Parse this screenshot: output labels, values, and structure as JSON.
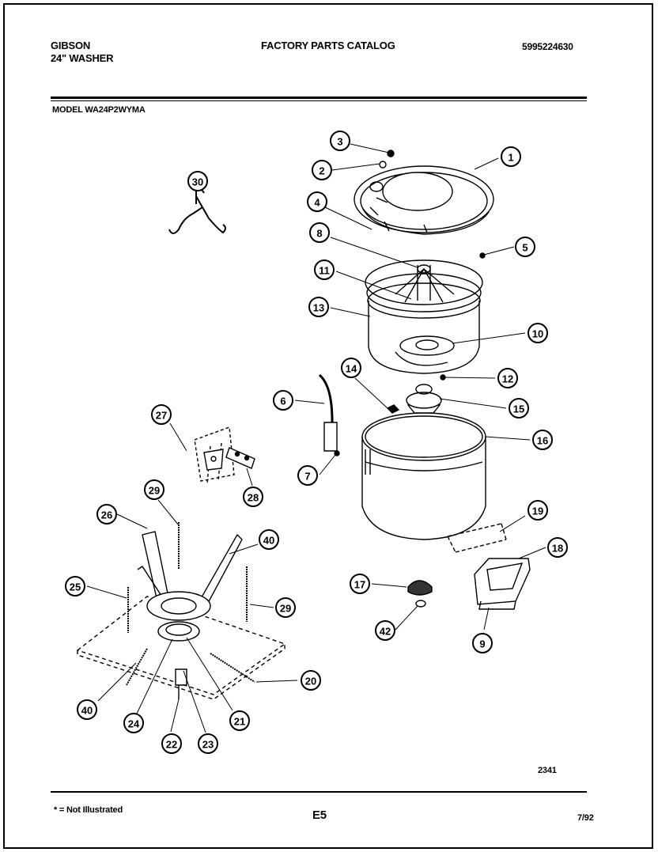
{
  "header": {
    "brand": "GIBSON",
    "product": "24\" WASHER",
    "catalog_title": "FACTORY PARTS CATALOG",
    "catalog_number": "5995224630",
    "model": "MODEL WA24P2WYMA"
  },
  "callouts": [
    {
      "id": "1",
      "label": "1"
    },
    {
      "id": "2",
      "label": "2"
    },
    {
      "id": "3",
      "label": "3"
    },
    {
      "id": "4",
      "label": "4"
    },
    {
      "id": "5",
      "label": "5"
    },
    {
      "id": "8",
      "label": "8"
    },
    {
      "id": "11",
      "label": "11"
    },
    {
      "id": "13",
      "label": "13"
    },
    {
      "id": "10",
      "label": "10"
    },
    {
      "id": "14",
      "label": "14"
    },
    {
      "id": "12",
      "label": "12"
    },
    {
      "id": "6",
      "label": "6"
    },
    {
      "id": "15",
      "label": "15"
    },
    {
      "id": "16",
      "label": "16"
    },
    {
      "id": "7",
      "label": "7"
    },
    {
      "id": "30",
      "label": "30"
    },
    {
      "id": "27",
      "label": "27"
    },
    {
      "id": "28",
      "label": "28"
    },
    {
      "id": "29a",
      "label": "29"
    },
    {
      "id": "26",
      "label": "26"
    },
    {
      "id": "40a",
      "label": "40"
    },
    {
      "id": "25",
      "label": "25"
    },
    {
      "id": "29b",
      "label": "29"
    },
    {
      "id": "19",
      "label": "19"
    },
    {
      "id": "18",
      "label": "18"
    },
    {
      "id": "17",
      "label": "17"
    },
    {
      "id": "42",
      "label": "42"
    },
    {
      "id": "9",
      "label": "9"
    },
    {
      "id": "20",
      "label": "20"
    },
    {
      "id": "40b",
      "label": "40"
    },
    {
      "id": "24",
      "label": "24"
    },
    {
      "id": "22",
      "label": "22"
    },
    {
      "id": "23",
      "label": "23"
    },
    {
      "id": "21",
      "label": "21"
    }
  ],
  "footer": {
    "diagram_number": "2341",
    "footnote": "* = Not Illustrated",
    "page_code": "E5",
    "revision_date": "7/92"
  }
}
